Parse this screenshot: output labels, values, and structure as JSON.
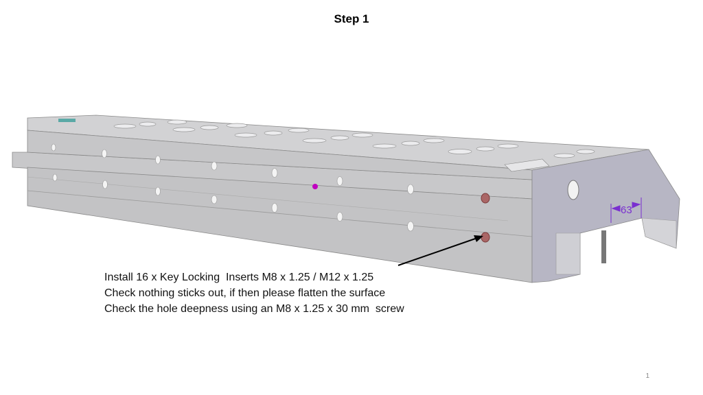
{
  "slide": {
    "title": "Step 1",
    "instructions": [
      "Install 16 x Key Locking  Inserts M8 x 1.25 / M12 x 1.25",
      "Check nothing sticks out, if then please flatten the surface",
      "Check the hole deepness using an M8 x 1.25 x 30 mm  screw"
    ],
    "dimension_label": "63",
    "page_number": "1"
  },
  "colors": {
    "part": "#c4c4c8",
    "end_face": "#b7b6c4",
    "dimension": "#7a2fd0",
    "insert_marker": "#8a4a4a",
    "point_marker": "#c000c0"
  }
}
